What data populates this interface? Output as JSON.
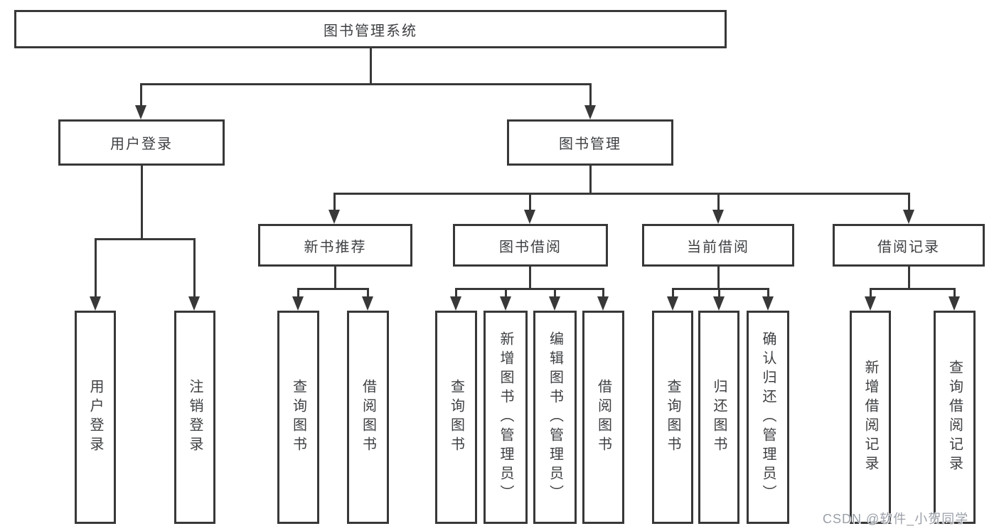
{
  "title": "图书管理系统",
  "colors": {
    "line": "#383838",
    "text": "#3d3f42",
    "watermark": "#9aa0a8",
    "bg": "#ffffff"
  },
  "nodes": {
    "root": "图书管理系统",
    "user_login": "用户登录",
    "book_mgmt": "图书管理",
    "new_book_rec": "新书推荐",
    "book_borrow": "图书借阅",
    "current_borrow": "当前借阅",
    "borrow_records": "借阅记录",
    "leaf_user_login": "用户登录",
    "leaf_logout": "注销登录",
    "leaf_nbr_query": "查询图书",
    "leaf_nbr_borrow": "借阅图书",
    "leaf_bb_query": "查询图书",
    "leaf_bb_add": "新增图书（管理员）",
    "leaf_bb_edit": "编辑图书（管理员）",
    "leaf_bb_borrow": "借阅图书",
    "leaf_cb_query": "查询图书",
    "leaf_cb_return": "归还图书",
    "leaf_cb_confirm": "确认归还（管理员）",
    "leaf_br_add": "新增借阅记录",
    "leaf_br_query": "查询借阅记录"
  },
  "watermark": "CSDN @软件_小贺同学"
}
